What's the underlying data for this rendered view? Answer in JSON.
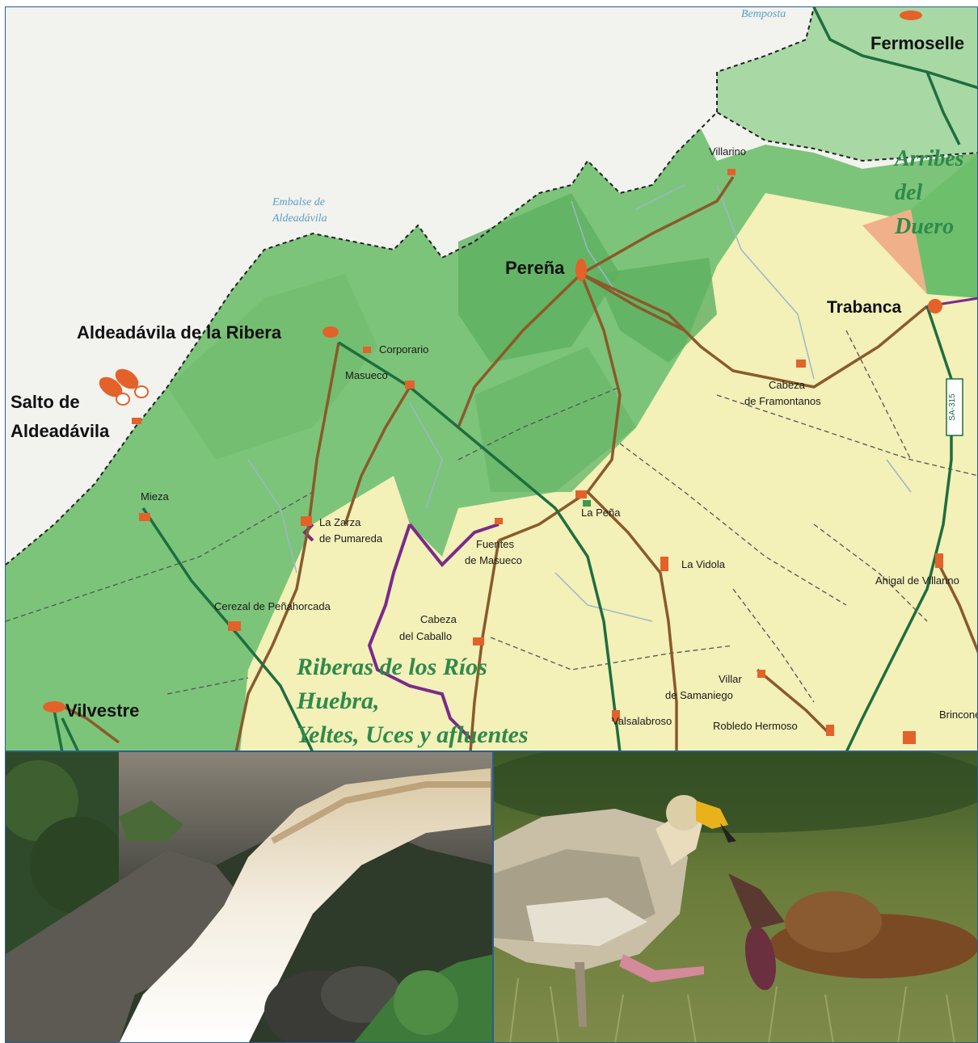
{
  "map": {
    "towns_major": [
      {
        "name": "Fermoselle"
      },
      {
        "name": "Pereña"
      },
      {
        "name": "Aldeadávila de la Ribera"
      },
      {
        "name": "Trabanca"
      },
      {
        "name": "Vilvestre"
      }
    ],
    "salto": {
      "line1": "Salto de",
      "line2": "Aldeadávila"
    },
    "towns_minor": [
      {
        "name": "Villarino"
      },
      {
        "name": "Corporario"
      },
      {
        "name": "Masueco"
      },
      {
        "name": "Mieza"
      },
      {
        "name": "La Peña"
      },
      {
        "name": "La Vidola"
      },
      {
        "name": "Ahigal de Villarino"
      },
      {
        "name": "Cerezal de Peñahorcada"
      },
      {
        "name": "Valsalabroso"
      },
      {
        "name": "Robledo Hermoso"
      },
      {
        "name": "Brincones"
      }
    ],
    "towns_two_line": [
      {
        "line1": "La Zarza",
        "line2": "de Pumareda"
      },
      {
        "line1": "Fuentes",
        "line2": "de Masueco"
      },
      {
        "line1": "Cabeza",
        "line2": "del Caballo"
      },
      {
        "line1": "Cabeza",
        "line2": "de Framontanos"
      },
      {
        "line1": "Villar",
        "line2": "de Samaniego"
      }
    ],
    "water": {
      "bemposta": "Bemposta",
      "embalse_line1": "Embalse de",
      "embalse_line2": "Aldeadávila"
    },
    "road_code": "SA-315",
    "parks": {
      "arribes": [
        "Arribes",
        "del",
        "Duero"
      ],
      "riberas": [
        "Riberas de los Ríos",
        "Huebra,",
        "Yeltes, Uces y afluentes"
      ]
    },
    "colors": {
      "park_green": "#7cc47a",
      "park_dark": "#5eb061",
      "plain_yellow": "#f3f0b8",
      "road_brown": "#8a5a2b",
      "highway_green": "#1e6e3e",
      "boundary_purple": "#7a2a8a",
      "town_orange": "#e2622a",
      "label_green": "#2e8a4a",
      "water_blue": "#5a9ec8"
    }
  },
  "photos": {
    "left_subject": "waterfall",
    "right_subject": "egyptian-vulture"
  }
}
